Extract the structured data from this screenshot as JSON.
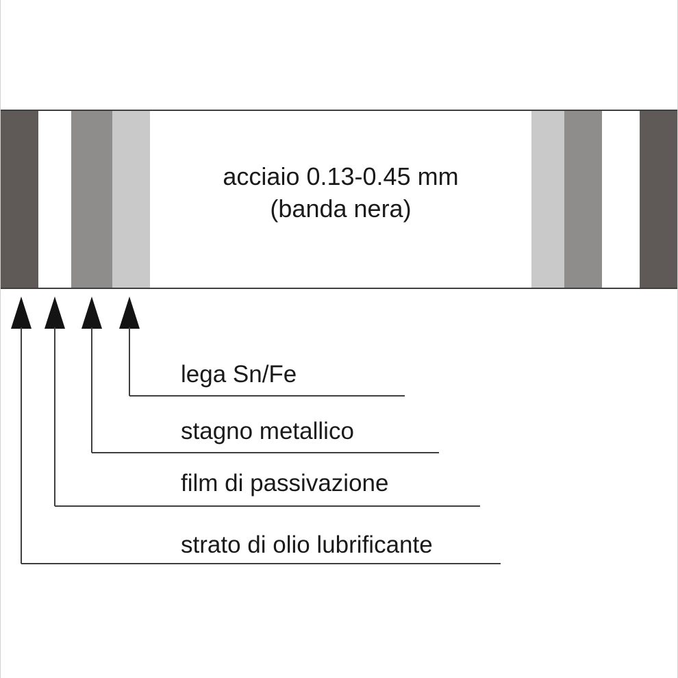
{
  "diagram": {
    "type": "tinplate-cross-section",
    "steel_label": {
      "line1": "acciaio 0.13-0.45 mm",
      "line2": "(banda nera)"
    },
    "callouts": [
      {
        "label": "lega Sn/Fe"
      },
      {
        "label": "stagno metallico"
      },
      {
        "label": "film di passivazione"
      },
      {
        "label": "strato di olio lubrificante"
      }
    ],
    "colors": {
      "oil_layer_dark_gray": "#5f5a57",
      "tin_layer_medium_gray": "#8f8d8b",
      "alloy_layer_light_gray": "#c9c9c9",
      "passivation_layer_white": "#ffffff",
      "steel_core_white": "#ffffff",
      "line": "#3f3f3f",
      "arrow": "#141414",
      "text": "#1a1a1a"
    }
  }
}
